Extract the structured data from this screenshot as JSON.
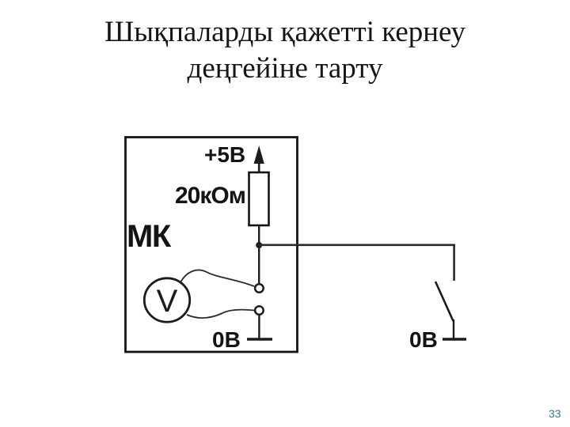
{
  "slide": {
    "title_line1": "Шықпаларды қажетті кернеу",
    "title_line2": "деңгейіне тарту",
    "page_number": "33",
    "background_color": "#ffffff"
  },
  "diagram": {
    "mcu_label": "МК",
    "supply_label": "+5В",
    "resistor_label": "20кОм",
    "ground_label_inner": "0В",
    "ground_label_outer": "0В",
    "voltmeter_label": "V",
    "line_color": "#1c1c1c",
    "label_color": "#141414",
    "page_number_color": "#35798b"
  }
}
